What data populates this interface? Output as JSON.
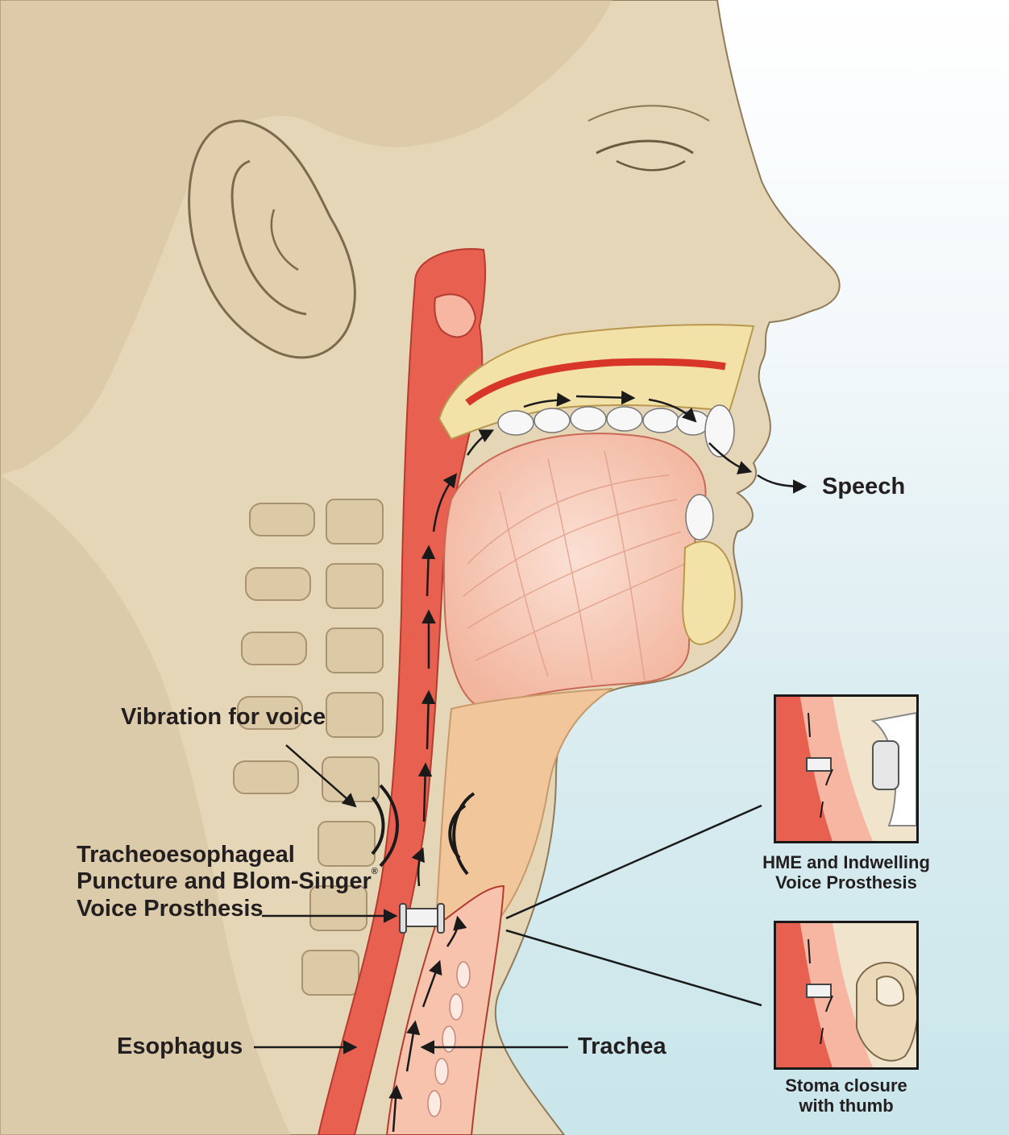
{
  "labels": {
    "speech": "Speech",
    "vibration": "Vibration for voice",
    "tep_line1": "Tracheoesophageal",
    "tep_line2": "Puncture and Blom-Singer",
    "tep_registered": "®",
    "tep_line3": "Voice Prosthesis",
    "esophagus": "Esophagus",
    "trachea": "Trachea",
    "inset_top_line1": "HME and Indwelling",
    "inset_top_line2": "Voice Prosthesis",
    "inset_bottom_line1": "Stoma closure",
    "inset_bottom_line2": "with thumb"
  },
  "colors": {
    "skin": "#e6d6b8",
    "skin_shadow": "#c9b48e",
    "tissue_red": "#e8604f",
    "tissue_pink": "#f6b6a2",
    "bone": "#f3e2a8",
    "background_top": "#ffffff",
    "background_bottom": "#c9e6ea",
    "text": "#231f20"
  }
}
